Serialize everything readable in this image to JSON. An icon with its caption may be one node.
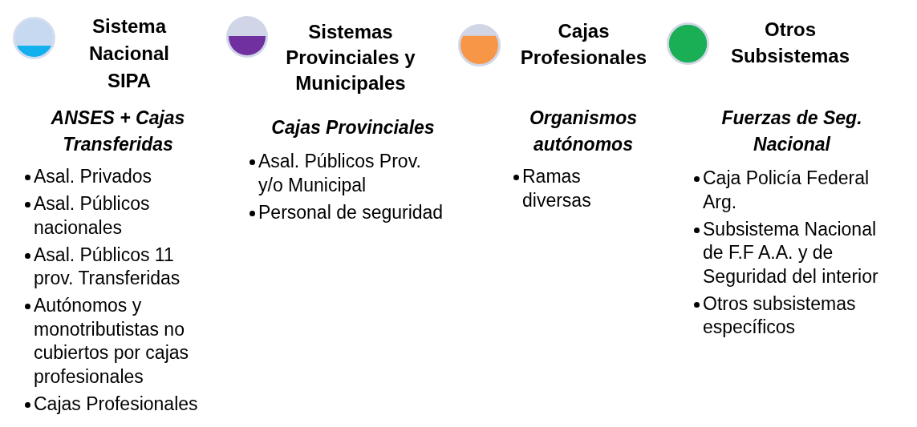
{
  "diagram": {
    "labels": [
      "Sistema Nacional SIPA",
      "ANSES + Cajas Transferidas",
      "Asal. Privados",
      "Asal. Públicos nacionales",
      "Asal. Públicos 11 prov. Transferidas",
      "Autónomos y monotributistas no cubiertos por cajas profesionales",
      "Cajas Profesionales",
      "Sistemas Provinciales y Municipales",
      "Cajas Provinciales",
      "Asal. Públicos Prov. y/o Municipal",
      "Personal de seguridad",
      "Cajas Profesionales",
      "Organismos autónomos",
      "Ramas diversas",
      "Otros Subsistemas",
      "Fuerzas de Seg. Nacional",
      "Caja Policía Federal Arg.",
      "Subsistema Nacional de F.F A.A. y de Seguridad del interior",
      "Otros subsistemas específicos"
    ]
  }
}
